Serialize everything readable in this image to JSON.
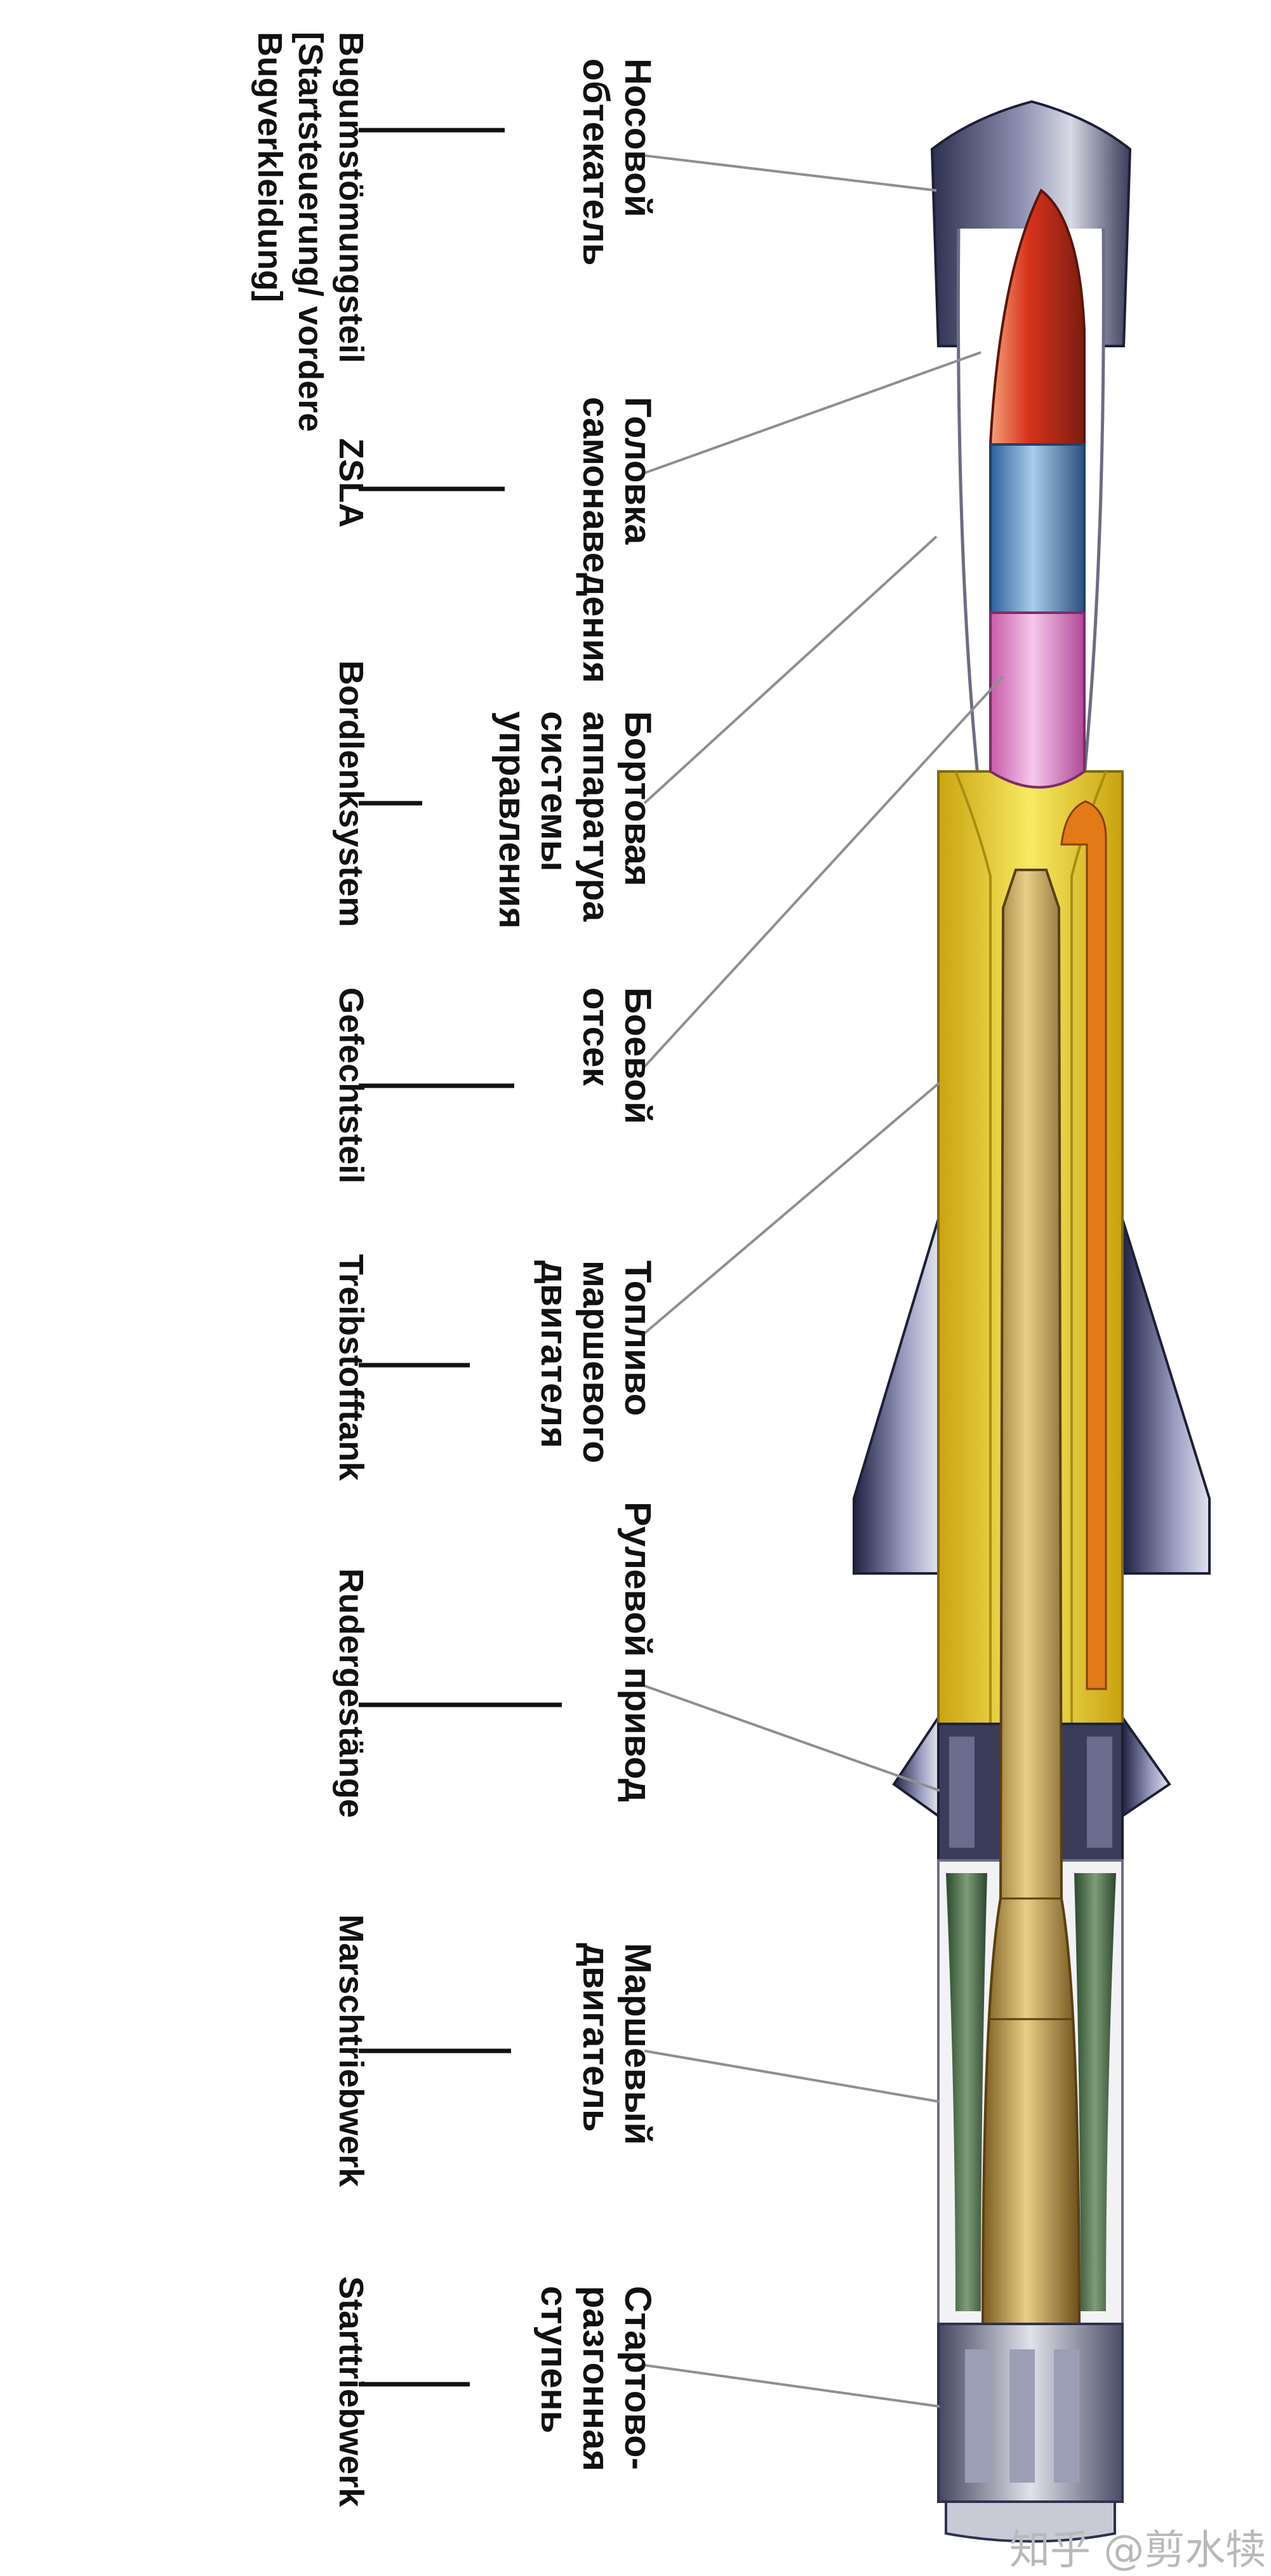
{
  "parts": [
    {
      "id": "nose",
      "ru": [
        "Носовой",
        "обтекатель"
      ],
      "de": [
        "Bugumstömungsteil",
        "[Startsteuerung/ vordere",
        "Bugverkleidung]"
      ]
    },
    {
      "id": "seeker",
      "ru": [
        "Головка",
        "самонаведения"
      ],
      "de": [
        "ZSLA"
      ]
    },
    {
      "id": "guidance",
      "ru": [
        "Бортовая",
        "аппаратура",
        "системы",
        "управления"
      ],
      "de": [
        "Bordlenksystem"
      ]
    },
    {
      "id": "warhead",
      "ru": [
        "Боевой",
        "отсек"
      ],
      "de": [
        "Gefechtsteil"
      ]
    },
    {
      "id": "fuel",
      "ru": [
        "Топливо",
        "маршевого",
        "двигателя"
      ],
      "de": [
        "Treibstofftank"
      ]
    },
    {
      "id": "actuator",
      "ru": [
        "Рулевой привод"
      ],
      "de": [
        "Rudergestänge"
      ]
    },
    {
      "id": "sustainer",
      "ru": [
        "Маршевый",
        "двигатель"
      ],
      "de": [
        "Marschtriebwerk"
      ]
    },
    {
      "id": "booster",
      "ru": [
        "Стартово-",
        "разгонная",
        "ступень"
      ],
      "de": [
        "Starttriebwerk"
      ]
    }
  ],
  "watermark": "知乎 @剪水犊",
  "colors": {
    "seeker_red": "#d8331c",
    "guidance_blue": "#5f94c6",
    "warhead_pink": "#e98bd0",
    "fuel_yellow": "#ecd52a",
    "motor_gold": "#c9a44a",
    "sustainer_green": "#4c6e46",
    "body_steel": "#5a5c78"
  }
}
